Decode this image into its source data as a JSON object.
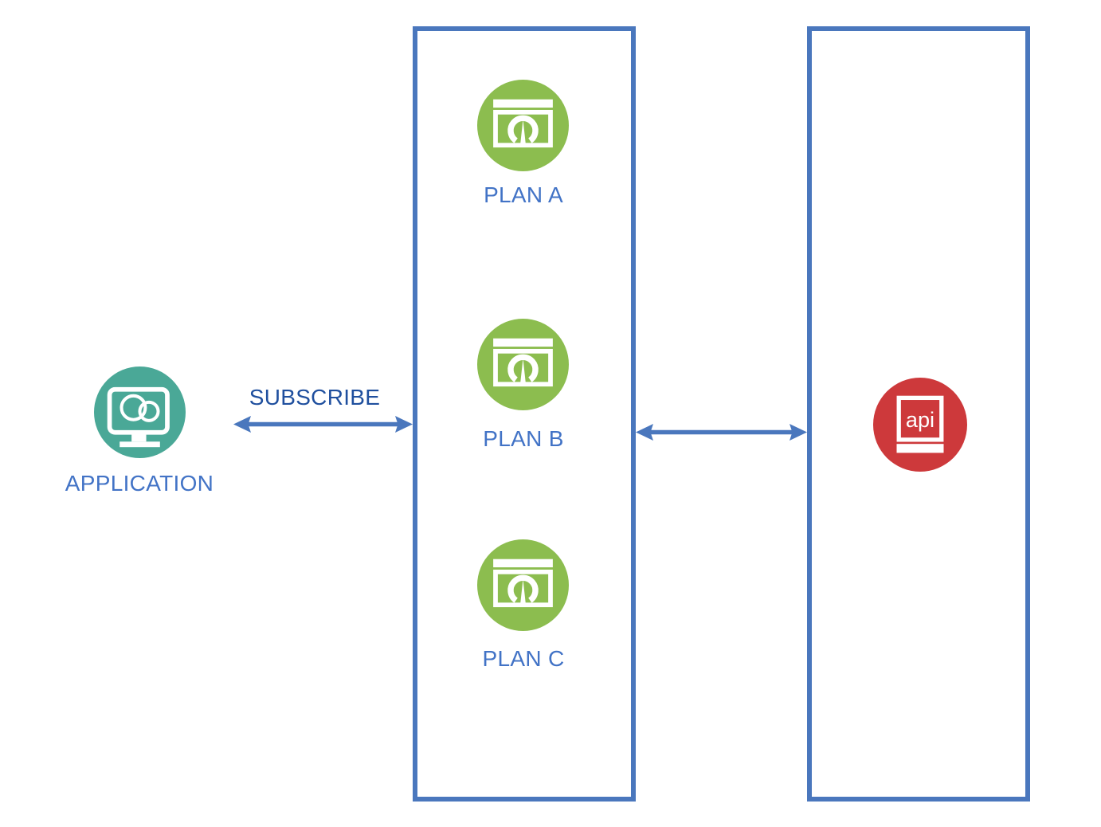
{
  "diagram": {
    "application": {
      "label": "APPLICATION",
      "icon": "monitor-cloud-icon"
    },
    "subscribe_connection": {
      "label": "SUBSCRIBE",
      "type": "double-headed-arrow"
    },
    "plans_container": {
      "plans": [
        {
          "label": "PLAN A",
          "icon": "gauge-window-icon"
        },
        {
          "label": "PLAN B",
          "icon": "gauge-window-icon"
        },
        {
          "label": "PLAN C",
          "icon": "gauge-window-icon"
        }
      ]
    },
    "gateway_connection": {
      "type": "double-headed-arrow"
    },
    "api_container": {
      "api": {
        "icon_text": "api",
        "icon": "api-badge-icon"
      }
    },
    "colors": {
      "application_circle": "#4aa897",
      "plan_circle": "#8cbd4f",
      "api_circle": "#cd393b",
      "connector_blue": "#4a77bd",
      "node_label_blue": "#4273c6",
      "subscribe_label_blue": "#1f4f9e",
      "background": "#ffffff"
    }
  }
}
